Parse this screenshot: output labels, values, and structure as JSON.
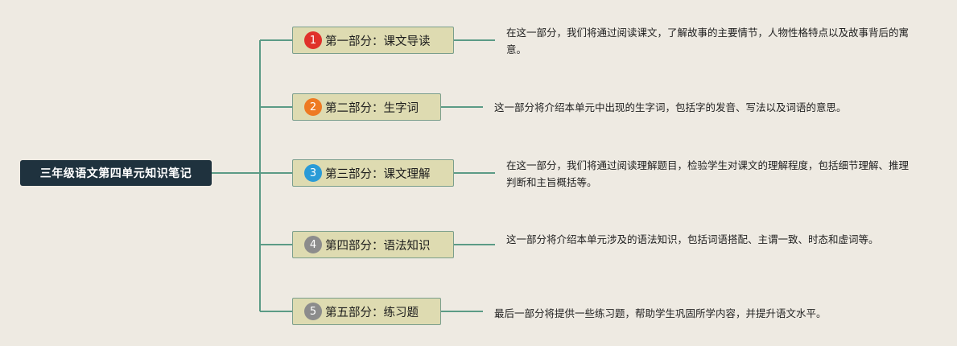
{
  "root": {
    "label": "三年级语文第四单元知识笔记"
  },
  "sections": [
    {
      "number": "1",
      "badge_color": "#e0312a",
      "title": "第一部分：课文导读",
      "description": "在这一部分，我们将通过阅读课文，了解故事的主要情节，人物性格特点以及故事背后的寓意。"
    },
    {
      "number": "2",
      "badge_color": "#ee7a22",
      "title": "第二部分：生字词",
      "description": "这一部分将介绍本单元中出现的生字词，包括字的发音、写法以及词语的意思。"
    },
    {
      "number": "3",
      "badge_color": "#2a9bd7",
      "title": "第三部分：课文理解",
      "description": "在这一部分，我们将通过阅读理解题目，检验学生对课文的理解程度，包括细节理解、推理判断和主旨概括等。"
    },
    {
      "number": "4",
      "badge_color": "#8c8c8c",
      "title": "第四部分：语法知识",
      "description": "这一部分将介绍本单元涉及的语法知识，包括词语搭配、主谓一致、时态和虚词等。"
    },
    {
      "number": "5",
      "badge_color": "#8c8c8c",
      "title": "第五部分：练习题",
      "description": "最后一部分将提供一些练习题，帮助学生巩固所学内容，并提升语文水平。"
    }
  ],
  "line_color": "#5b9b86"
}
